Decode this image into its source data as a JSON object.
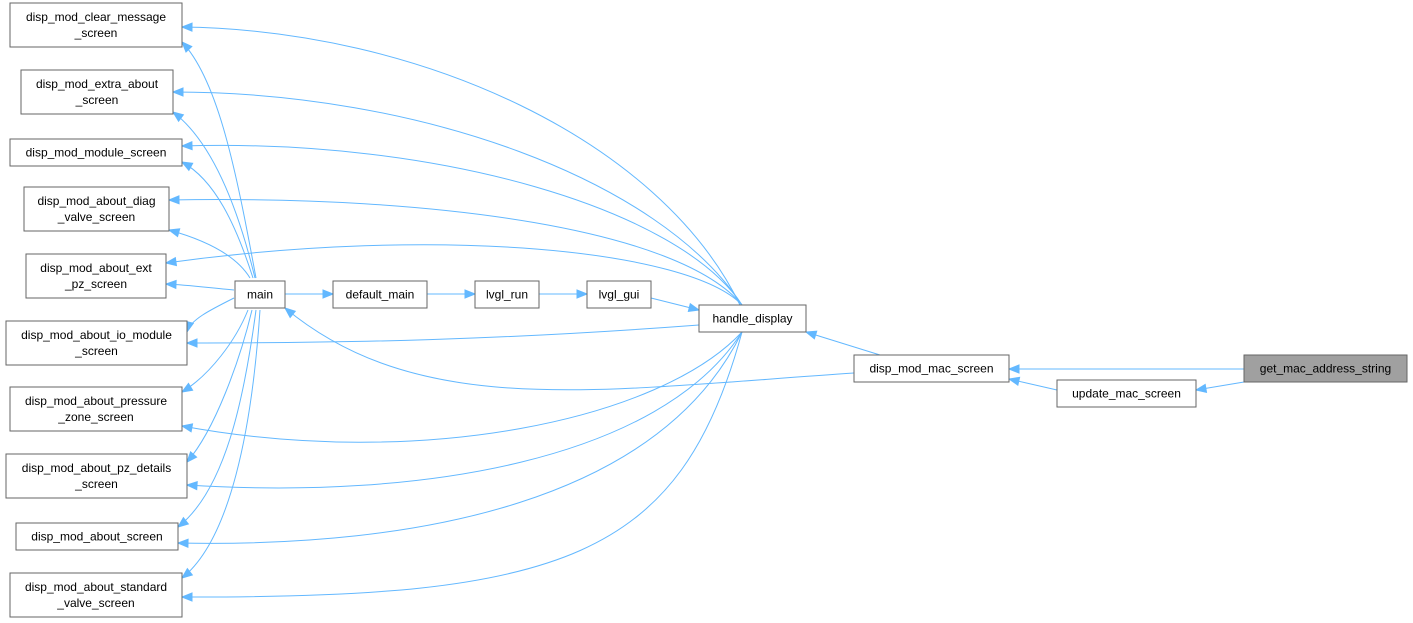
{
  "diagram": {
    "type": "call-graph",
    "nodes": [
      {
        "id": "clear_msg",
        "lines": [
          "disp_mod_clear_message",
          "_screen"
        ]
      },
      {
        "id": "extra_about",
        "lines": [
          "disp_mod_extra_about",
          "_screen"
        ]
      },
      {
        "id": "module",
        "lines": [
          "disp_mod_module_screen"
        ]
      },
      {
        "id": "about_diag",
        "lines": [
          "disp_mod_about_diag",
          "_valve_screen"
        ]
      },
      {
        "id": "about_ext",
        "lines": [
          "disp_mod_about_ext",
          "_pz_screen"
        ]
      },
      {
        "id": "about_io",
        "lines": [
          "disp_mod_about_io_module",
          "_screen"
        ]
      },
      {
        "id": "about_pressure",
        "lines": [
          "disp_mod_about_pressure",
          "_zone_screen"
        ]
      },
      {
        "id": "about_pz",
        "lines": [
          "disp_mod_about_pz_details",
          "_screen"
        ]
      },
      {
        "id": "about",
        "lines": [
          "disp_mod_about_screen"
        ]
      },
      {
        "id": "about_std",
        "lines": [
          "disp_mod_about_standard",
          "_valve_screen"
        ]
      },
      {
        "id": "main",
        "lines": [
          "main"
        ]
      },
      {
        "id": "default_main",
        "lines": [
          "default_main"
        ]
      },
      {
        "id": "lvgl_run",
        "lines": [
          "lvgl_run"
        ]
      },
      {
        "id": "lvgl_gui",
        "lines": [
          "lvgl_gui"
        ]
      },
      {
        "id": "handle_display",
        "lines": [
          "handle_display"
        ]
      },
      {
        "id": "mac_screen",
        "lines": [
          "disp_mod_mac_screen"
        ]
      },
      {
        "id": "update_mac",
        "lines": [
          "update_mac_screen"
        ]
      },
      {
        "id": "get_mac",
        "lines": [
          "get_mac_address_string"
        ],
        "highlight": true
      }
    ],
    "edge_color": "#63b8ff",
    "highlight_color": "#a0a0a0"
  }
}
